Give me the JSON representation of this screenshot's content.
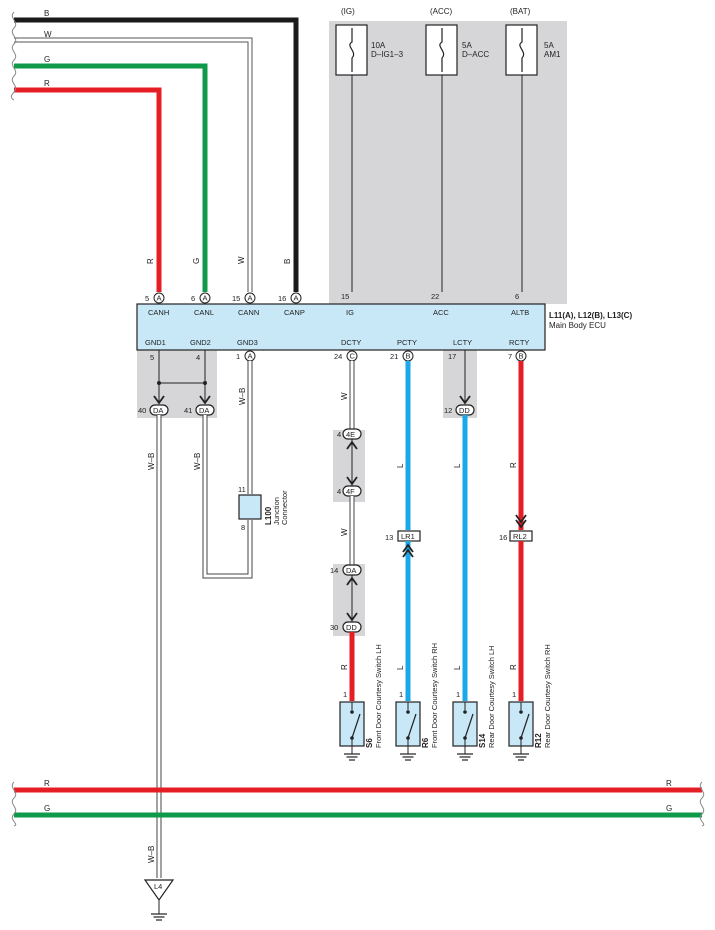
{
  "colors": {
    "R": "#e51e25",
    "G": "#0e9a48",
    "W": "#ffffff",
    "B": "#1a1a1a",
    "L": "#1aa8e8",
    "W-B": "#ffffff",
    "ecu_fill": "#c8e8f7",
    "shade": "#d6d6d8"
  },
  "wire_codes": {
    "top_b": "B",
    "top_w": "W",
    "top_g": "G",
    "top_r": "R",
    "can_r": "R",
    "can_g": "G",
    "can_w": "W",
    "can_b": "B",
    "gnd_w_b_1": "W–B",
    "gnd_w_b_2": "W–B",
    "gnd_w_b_3": "W–B",
    "gnd_w_b_4": "W–B",
    "dcty_w_1": "W",
    "dcty_w_2": "W",
    "dcty_r": "R",
    "pcty_l_1": "L",
    "pcty_l_2": "L",
    "lcty_l_1": "L",
    "lcty_l_2": "L",
    "rcty_r_1": "R",
    "rcty_r_2": "R",
    "bottom_r_left": "R",
    "bottom_r_right": "R",
    "bottom_g_left": "G",
    "bottom_g_right": "G"
  },
  "fuses": [
    {
      "source": "(IG)",
      "rating": "10A",
      "name": "D–IG1–3"
    },
    {
      "source": "(ACC)",
      "rating": "5A",
      "name": "D–ACC"
    },
    {
      "source": "(BAT)",
      "rating": "5A",
      "name": "AM1"
    }
  ],
  "ecu": {
    "part_codes": "L11(A), L12(B), L13(C)",
    "name": "Main Body ECU",
    "top_pins": [
      {
        "num": "5",
        "conn": "A",
        "label": "CANH"
      },
      {
        "num": "6",
        "conn": "A",
        "label": "CANL"
      },
      {
        "num": "15",
        "conn": "A",
        "label": "CANN"
      },
      {
        "num": "16",
        "conn": "A",
        "label": "CANP"
      },
      {
        "num": "15",
        "conn": "",
        "label": "IG"
      },
      {
        "num": "22",
        "conn": "",
        "label": "ACC"
      },
      {
        "num": "6",
        "conn": "",
        "label": "ALTB"
      }
    ],
    "bottom_pins": [
      {
        "num": "5",
        "conn": "",
        "label": "GND1"
      },
      {
        "num": "4",
        "conn": "",
        "label": "GND2"
      },
      {
        "num": "1",
        "conn": "A",
        "label": "GND3"
      },
      {
        "num": "24",
        "conn": "C",
        "label": "DCTY"
      },
      {
        "num": "21",
        "conn": "B",
        "label": "PCTY"
      },
      {
        "num": "17",
        "conn": "",
        "label": "LCTY"
      },
      {
        "num": "7",
        "conn": "B",
        "label": "RCTY"
      }
    ]
  },
  "connectors": {
    "da_40": {
      "pin": "40",
      "code": "DA"
    },
    "da_41": {
      "pin": "41",
      "code": "DA"
    },
    "e4": {
      "pin": "4",
      "code": "4E"
    },
    "f4": {
      "pin": "4",
      "code": "4F"
    },
    "da_14": {
      "pin": "14",
      "code": "DA"
    },
    "dd_30": {
      "pin": "30",
      "code": "DD"
    },
    "lr1": {
      "pin": "13",
      "code": "LR1"
    },
    "dd_12": {
      "pin": "12",
      "code": "DD"
    },
    "rl2": {
      "pin": "16",
      "code": "RL2"
    }
  },
  "junction": {
    "code": "L100",
    "line1": "Junction",
    "line2": "Connector",
    "pin_top": "11",
    "pin_bottom": "8"
  },
  "switches": [
    {
      "pin": "1",
      "code": "S6",
      "name": "Front Door Courtesy Switch LH"
    },
    {
      "pin": "1",
      "code": "R6",
      "name": "Front Door Courtesy Switch RH"
    },
    {
      "pin": "1",
      "code": "S14",
      "name": "Rear Door Courtesy Switch LH"
    },
    {
      "pin": "1",
      "code": "R12",
      "name": "Rear Door Courtesy Switch RH"
    }
  ],
  "ground_point": "L4"
}
